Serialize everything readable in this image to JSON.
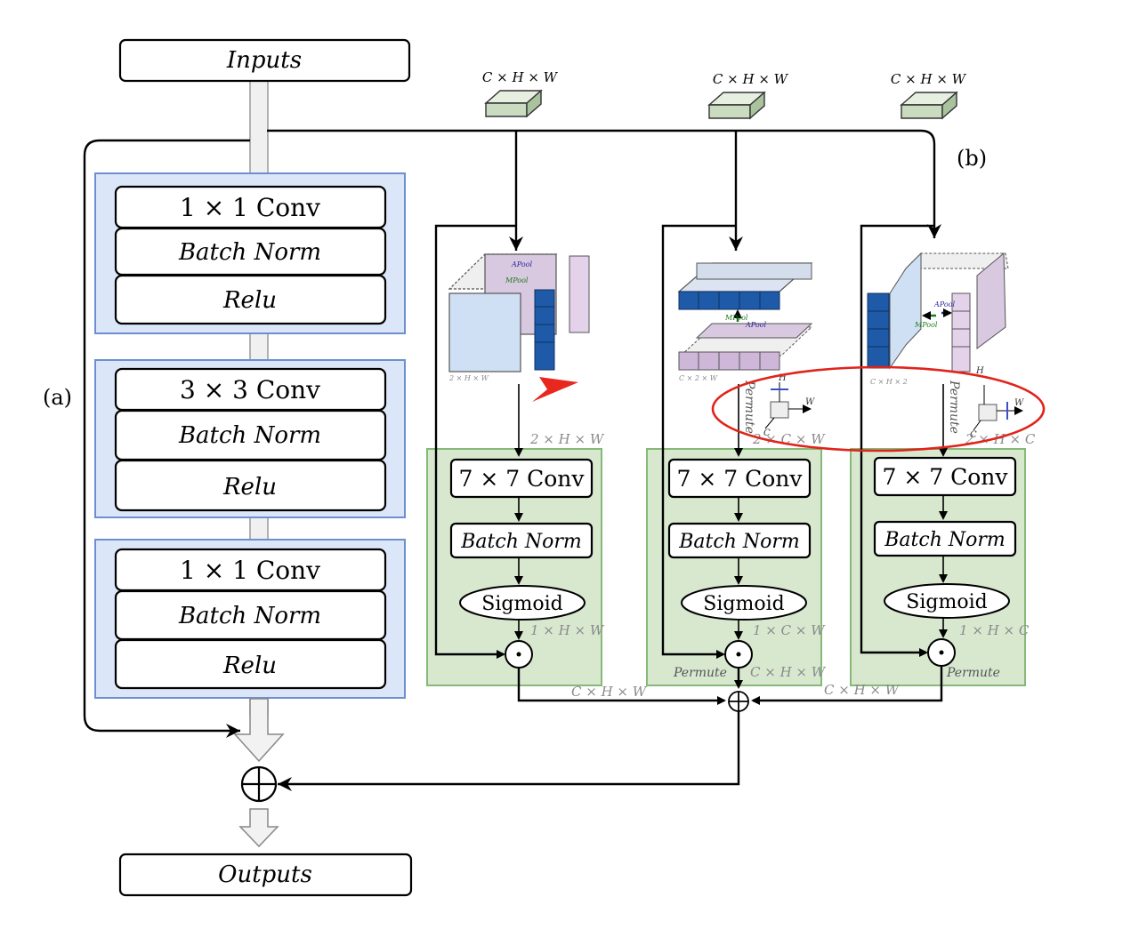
{
  "left": {
    "inputs": "Inputs",
    "outputs": "Outputs",
    "label_a": "(a)",
    "blocks": [
      {
        "conv": "1 × 1 Conv",
        "bn": "Batch Norm",
        "act": "Relu"
      },
      {
        "conv": "3 × 3 Conv",
        "bn": "Batch Norm",
        "act": "Relu"
      },
      {
        "conv": "1 × 1 Conv",
        "bn": "Batch Norm",
        "act": "Relu"
      }
    ]
  },
  "right": {
    "label_b": "(b)",
    "branches": [
      {
        "input_dim": "C × H × W",
        "cube_label": "2 × H × W",
        "pool_a": "APool",
        "pool_b": "MPool",
        "flow_dim": "2 × H × W",
        "conv": "7 × 7 Conv",
        "bn": "Batch Norm",
        "act": "Sigmoid",
        "att_dim": "1 × H × W",
        "permute": "",
        "out_dim": "C × H × W"
      },
      {
        "input_dim": "C × H × W",
        "cube_label": "C × 2 × W",
        "pool_a": "APool",
        "pool_b": "MPool",
        "flow_dim": "2 × C × W",
        "conv": "7 × 7 Conv",
        "bn": "Batch Norm",
        "act": "Sigmoid",
        "att_dim": "1 × C × W",
        "permute": "Permute",
        "out_dim": "C × H × W"
      },
      {
        "input_dim": "C × H × W",
        "cube_label": "C × H × 2",
        "pool_a": "APool",
        "pool_b": "MPool",
        "flow_dim": "2 × H × C",
        "conv": "7 × 7 Conv",
        "bn": "Batch Norm",
        "act": "Sigmoid",
        "att_dim": "1 × H × C",
        "permute": "Permute",
        "out_dim": "C × H × W"
      }
    ],
    "permute_labels": [
      "Permute",
      "Permute"
    ],
    "axis_labels": {
      "h": "H",
      "w": "W",
      "c": "C"
    }
  },
  "colors": {
    "highlight_ellipse": "#e0241b",
    "panel_blue": "#dbe7f8",
    "panel_green": "#d7e8cf"
  }
}
